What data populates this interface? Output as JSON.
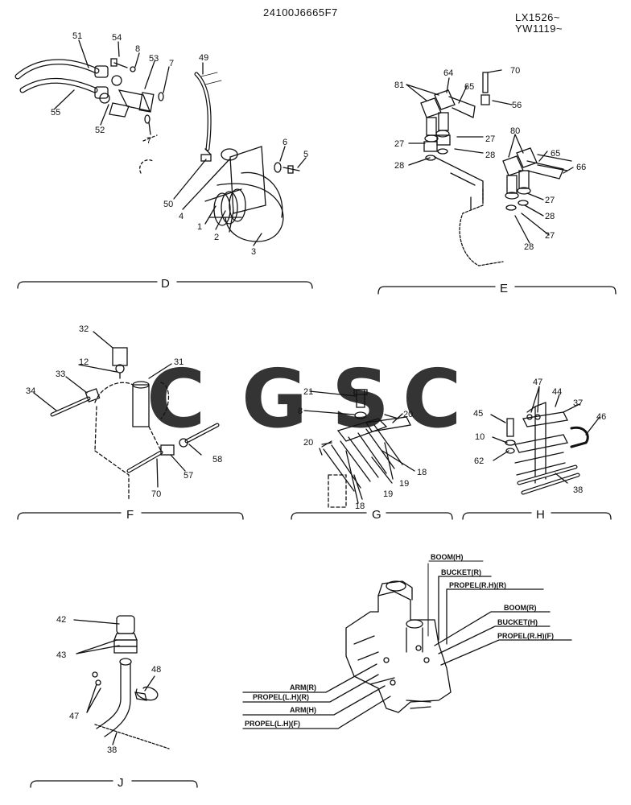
{
  "header": {
    "part_number": "24100J6665F7",
    "serial_1": "LX1526~",
    "serial_2": "YW1119~"
  },
  "watermark": {
    "letters": [
      "C",
      "G",
      "S",
      "C"
    ],
    "colors": [
      "#4f8ff0",
      "#f07e78",
      "#f5d14a",
      "#4fbf86"
    ]
  },
  "sections": {
    "D": "D",
    "E": "E",
    "F": "F",
    "G": "G",
    "H": "H",
    "J": "J"
  },
  "callouts": {
    "d51": "51",
    "d54": "54",
    "d8": "8",
    "d53": "53",
    "d49": "49",
    "d7a": "7",
    "d55": "55",
    "d52": "52",
    "d7b": "7",
    "d6": "6",
    "d5": "5",
    "d50": "50",
    "d4": "4",
    "d1": "1",
    "d2": "2",
    "d3": "3",
    "e81": "81",
    "e64": "64",
    "e65a": "65",
    "e70": "70",
    "e56": "56",
    "e27a": "27",
    "e27b": "27",
    "e28a": "28",
    "e28b": "28",
    "e80": "80",
    "e65b": "65",
    "e66": "66",
    "e27c": "27",
    "e28c": "28",
    "e27d": "27",
    "e28d": "28",
    "f32": "32",
    "f12": "12",
    "f31": "31",
    "f33": "33",
    "f34": "34",
    "f58": "58",
    "f57": "57",
    "f70": "70",
    "g21": "21",
    "g8": "8",
    "g20a": "20",
    "g20b": "20",
    "g18a": "18",
    "g19a": "19",
    "g19b": "19",
    "g18b": "18",
    "h47": "47",
    "h44": "44",
    "h37": "37",
    "h45": "45",
    "h46": "46",
    "h10": "10",
    "h62": "62",
    "h38": "38",
    "j42": "42",
    "j43": "43",
    "j48": "48",
    "j47": "47",
    "j38": "38"
  },
  "valve_labels": {
    "boom_h": "BOOM(H)",
    "bucket_r": "BUCKET(R)",
    "propel_rh_r": "PROPEL(R.H)(R)",
    "boom_r": "BOOM(R)",
    "bucket_h": "BUCKET(H)",
    "propel_rh_f": "PROPEL(R.H)(F)",
    "arm_r": "ARM(R)",
    "propel_lh_r": "PROPEL(L.H)(R)",
    "arm_h": "ARM(H)",
    "propel_lh_f": "PROPEL(L.H)(F)"
  }
}
